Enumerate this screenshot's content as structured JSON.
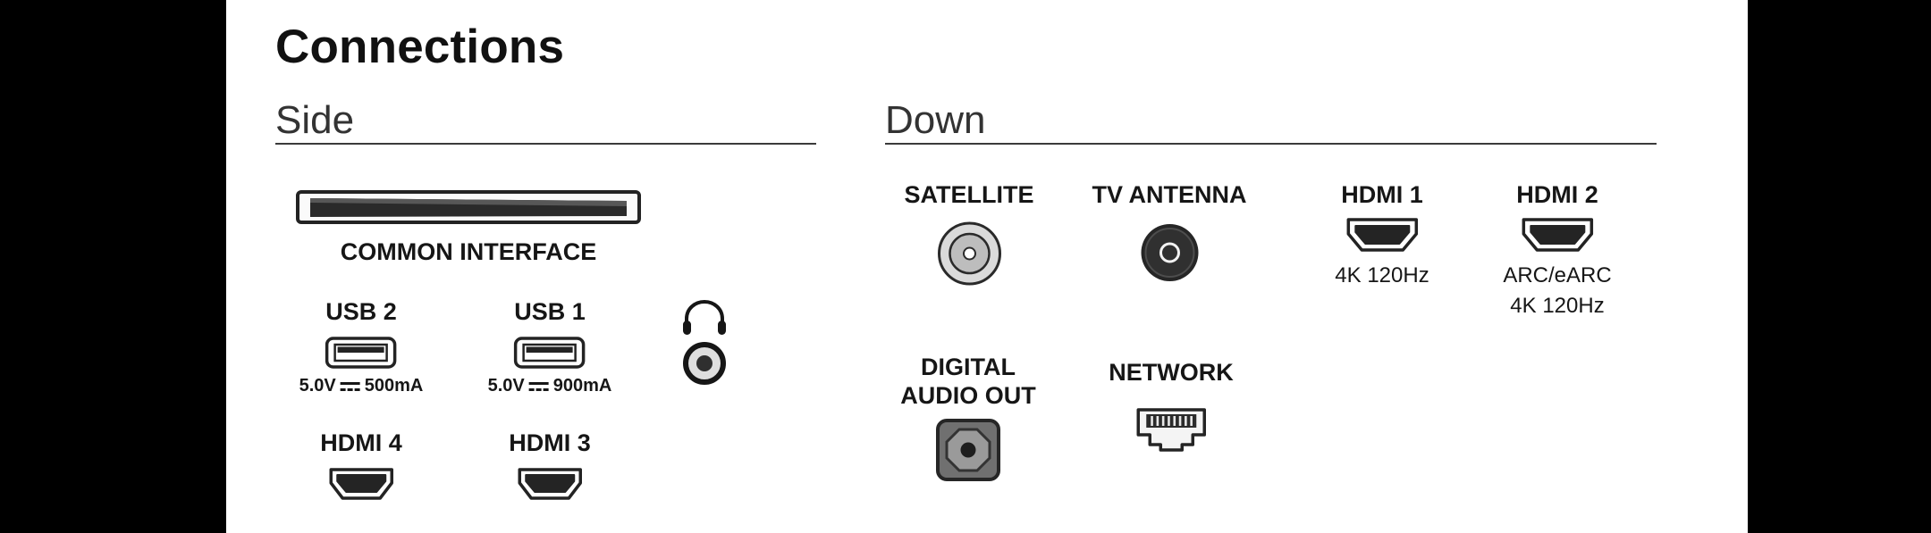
{
  "title": "Connections",
  "colors": {
    "background": "#ffffff",
    "edge_bars": "#000000",
    "text": "#161616",
    "divider": "#3a3a3a"
  },
  "side": {
    "heading": "Side",
    "common_interface_label": "COMMON INTERFACE",
    "usb2_label": "USB 2",
    "usb2_voltage": "5.0V",
    "usb2_current": "500mA",
    "usb1_label": "USB 1",
    "usb1_voltage": "5.0V",
    "usb1_current": "900mA",
    "hdmi4_label": "HDMI 4",
    "hdmi3_label": "HDMI 3"
  },
  "down": {
    "heading": "Down",
    "satellite_label": "SATELLITE",
    "tv_antenna_label": "TV ANTENNA",
    "hdmi1_label": "HDMI 1",
    "hdmi1_spec": "4K 120Hz",
    "hdmi2_label": "HDMI 2",
    "hdmi2_spec_line1": "ARC/eARC",
    "hdmi2_spec_line2": "4K 120Hz",
    "digital_audio_out_label": "DIGITAL AUDIO OUT",
    "network_label": "NETWORK"
  }
}
